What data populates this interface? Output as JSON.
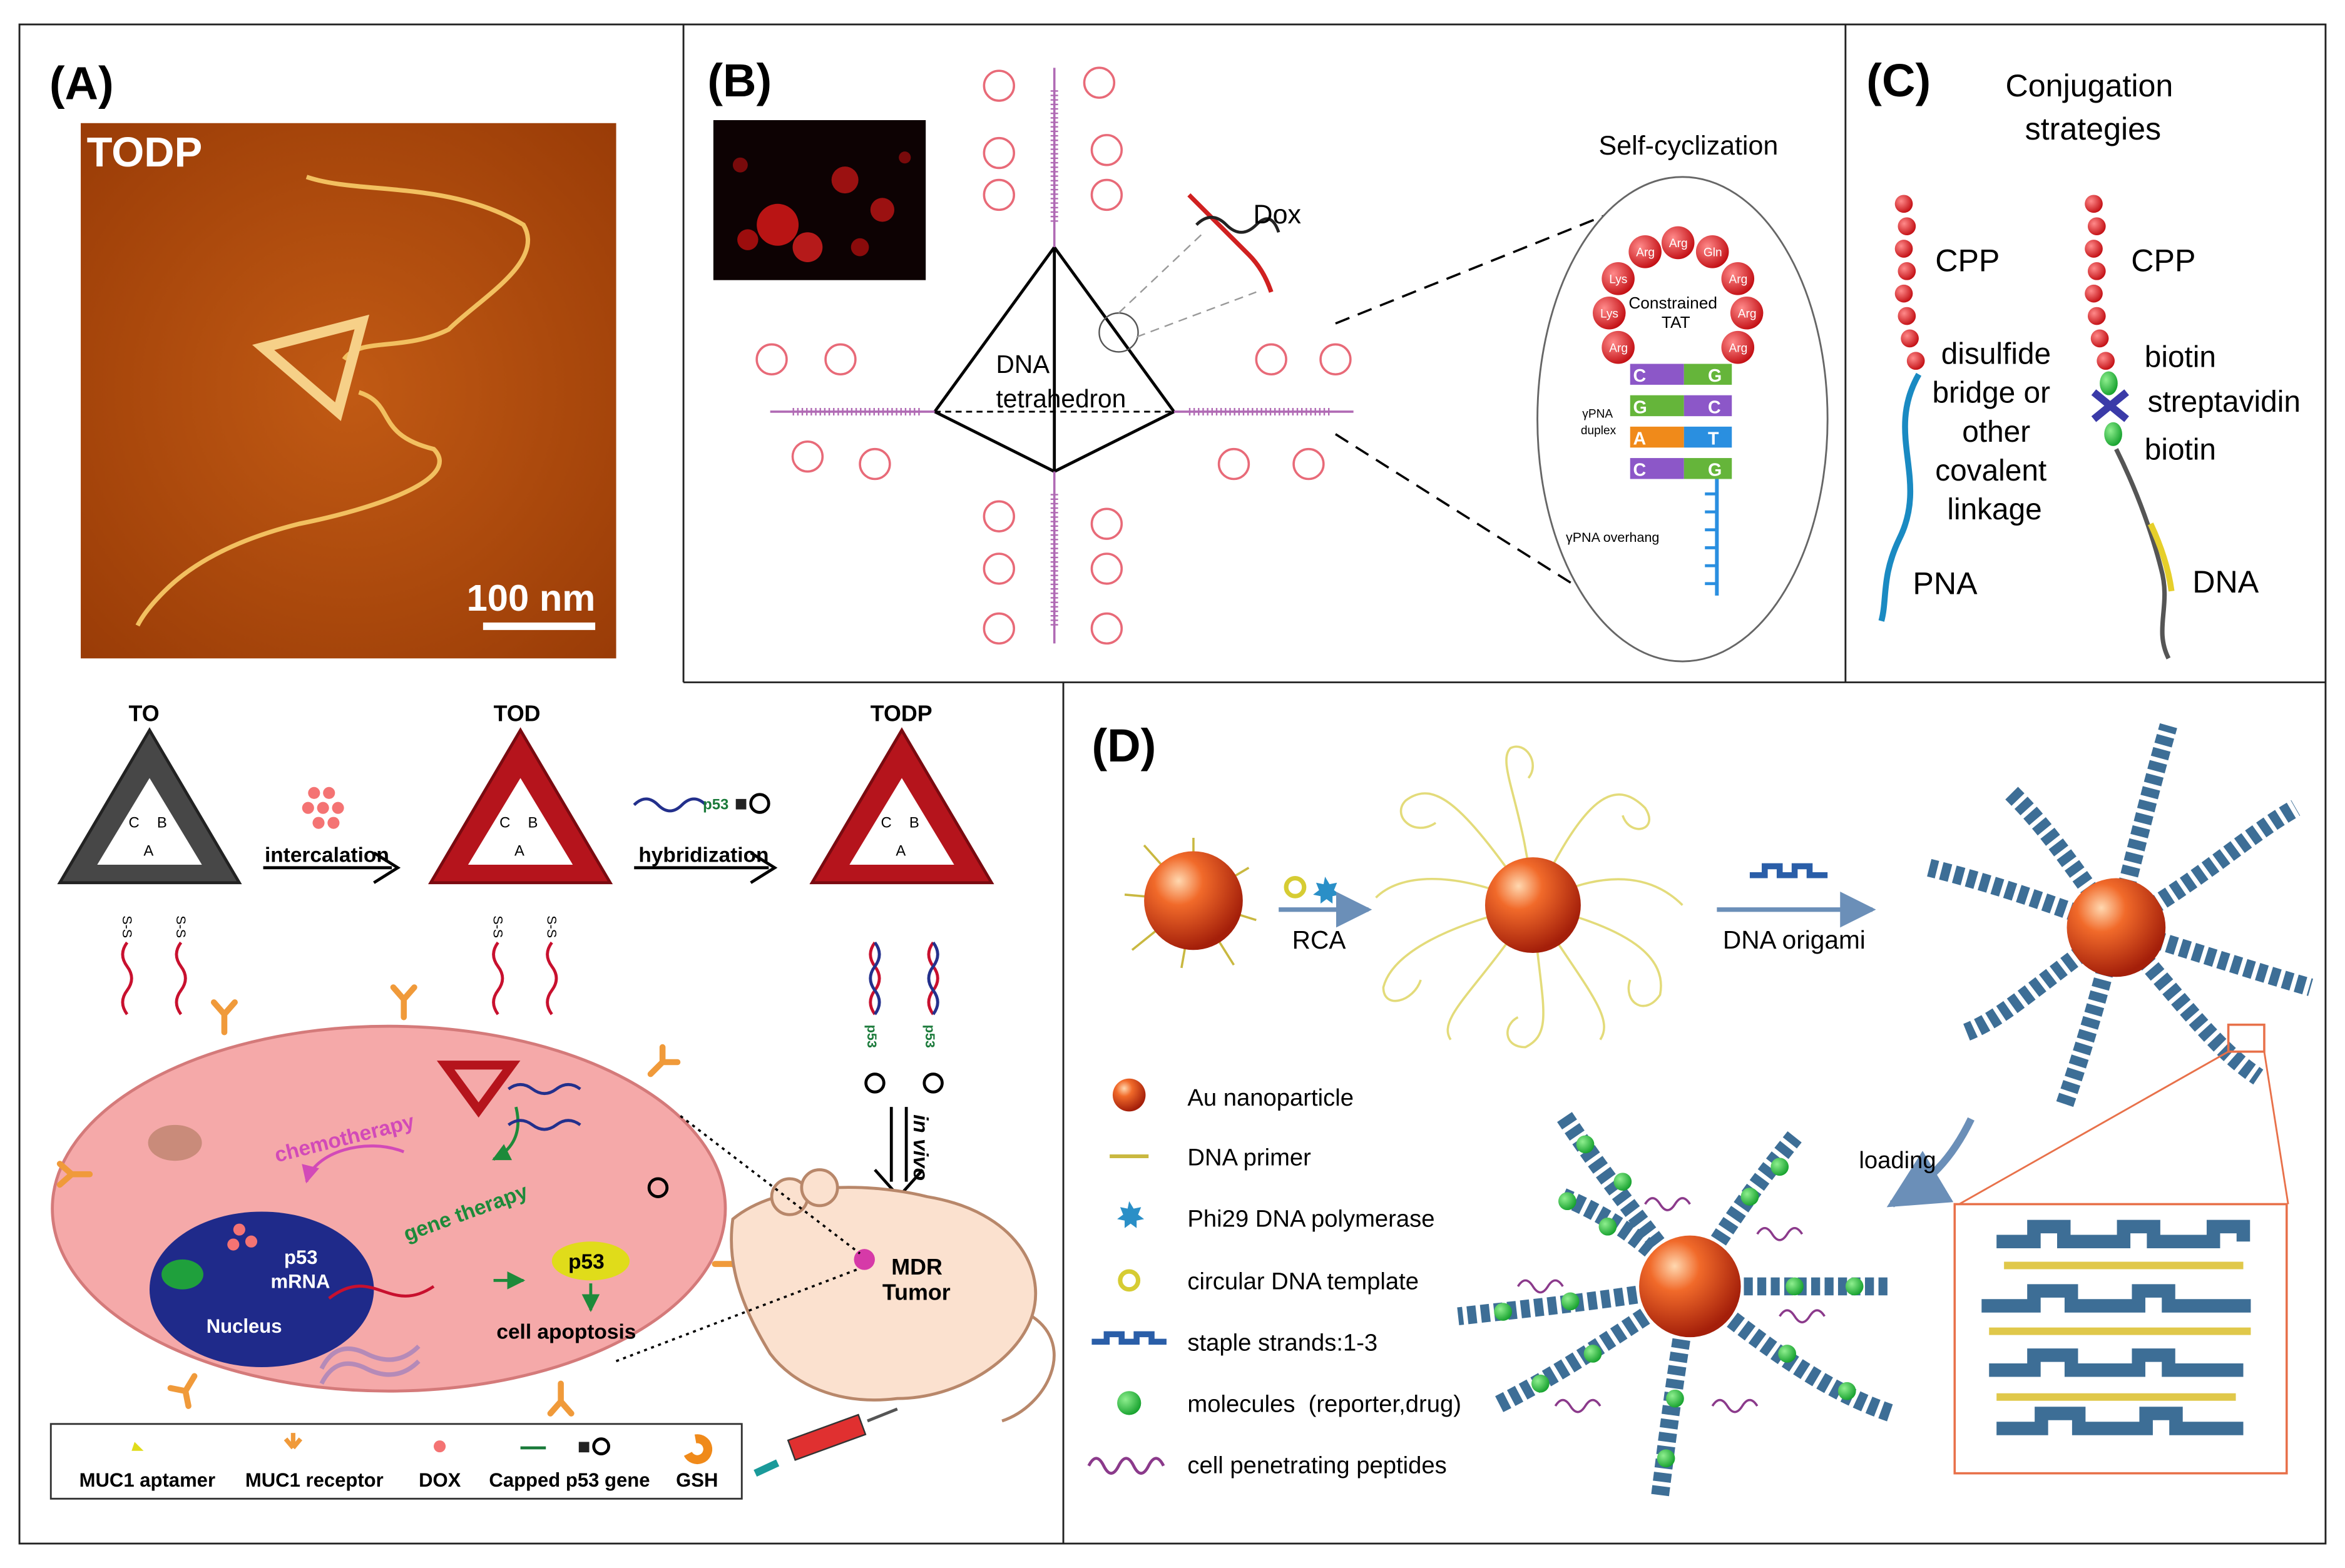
{
  "panels": {
    "A": {
      "label": "(A)",
      "afm_title": "TODP",
      "scale_bar": "100 nm",
      "stages": [
        "TO",
        "TOD",
        "TODP"
      ],
      "origami_letters": [
        "C",
        "B",
        "A"
      ],
      "disulfide": "S-S",
      "steps": [
        "intercalation",
        "hybridization"
      ],
      "p53_tag": "p53",
      "process_labels": [
        "chemotherapy",
        "gene therapy"
      ],
      "nucleus_labels": [
        "p53",
        "mRNA",
        "Nucleus"
      ],
      "p53_oval": "p53",
      "apoptosis": "cell apoptosis",
      "in_vivo": "in vivo",
      "tumor": [
        "MDR",
        "Tumor"
      ],
      "legend": [
        "MUC1 aptamer",
        "MUC1 receptor",
        "DOX",
        "Capped p53 gene",
        "GSH"
      ]
    },
    "B": {
      "label": "(B)",
      "dox": "Dox",
      "tetrahedron": [
        "DNA",
        "tetrahedron"
      ],
      "self_cyclization": "Self-cyclization",
      "constrained": [
        "Constrained",
        "TAT"
      ],
      "amino_acids": [
        "Arg",
        "Arg",
        "Gln",
        "Arg",
        "Arg",
        "Arg",
        "Arg",
        "Lys",
        "Lys"
      ],
      "pna_duplex": [
        "γPNA",
        "duplex"
      ],
      "pna_pairs": [
        [
          "C",
          "G"
        ],
        [
          "G",
          "C"
        ],
        [
          "A",
          "T"
        ],
        [
          "C",
          "G"
        ]
      ],
      "pna_overhang": "γPNA overhang"
    },
    "C": {
      "label": "(C)",
      "title": [
        "Conjugation",
        "strategies"
      ],
      "left": {
        "cpp": "CPP",
        "linker": [
          "disulfide",
          "bridge or",
          "other",
          "covalent",
          "linkage"
        ],
        "strand": "PNA"
      },
      "right": {
        "cpp": "CPP",
        "biotin_top": "biotin",
        "streptavidin": "streptavidin",
        "biotin_bottom": "biotin",
        "strand": "DNA"
      }
    },
    "D": {
      "label": "(D)",
      "step1": "RCA",
      "step2": "DNA origami",
      "step3": "loading",
      "legend": [
        "Au nanoparticle",
        "DNA primer",
        "Phi29 DNA polymerase",
        "circular DNA template",
        "staple strands:1-3",
        "molecules  (reporter,drug)",
        "cell penetrating peptides"
      ]
    }
  },
  "colors": {
    "afm_bg": "#b24a0d",
    "afm_strand": "#f2c060",
    "origami_dark": "#474747",
    "origami_red": "#b5141c",
    "cell": "#f5a9a9",
    "nucleus": "#1f2a8a",
    "gold_sphere": "#e2401b",
    "peptide_bead": "#e0181e"
  }
}
